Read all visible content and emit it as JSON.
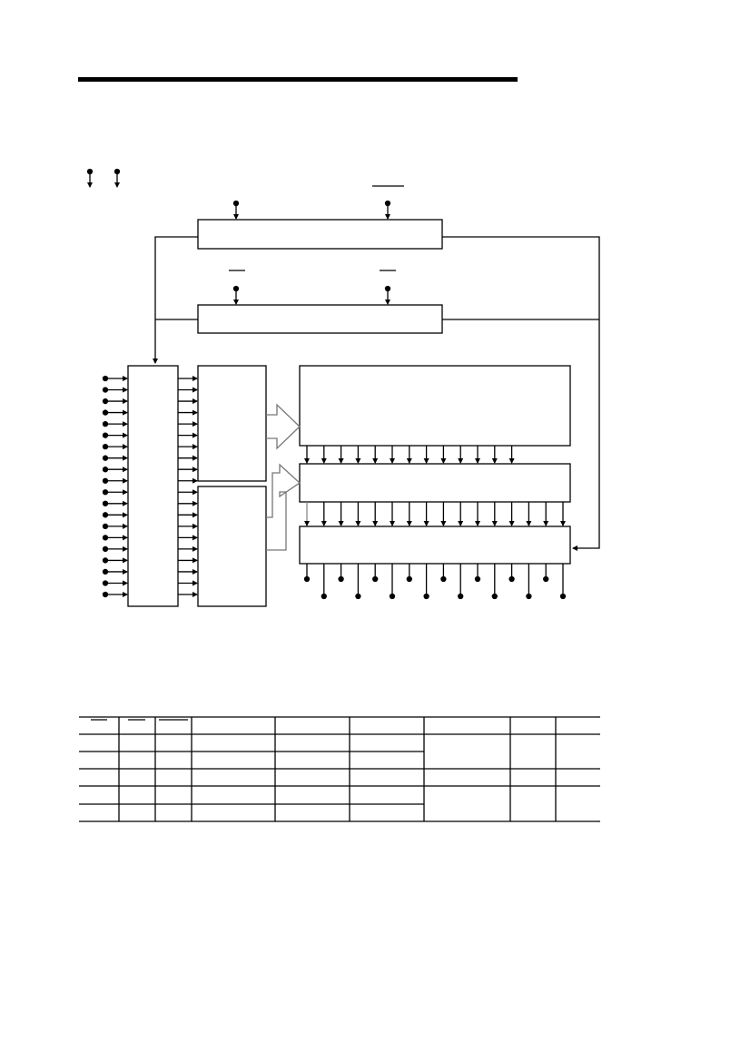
{
  "colors": {
    "ink": "#000000",
    "background": "#ffffff",
    "bus_arrow": "#777777"
  },
  "diagram": {
    "address_inputs": 20,
    "upper_decoder_outputs": 13,
    "output_columns": 16
  },
  "table": {
    "rows": 5,
    "columns": 9
  }
}
